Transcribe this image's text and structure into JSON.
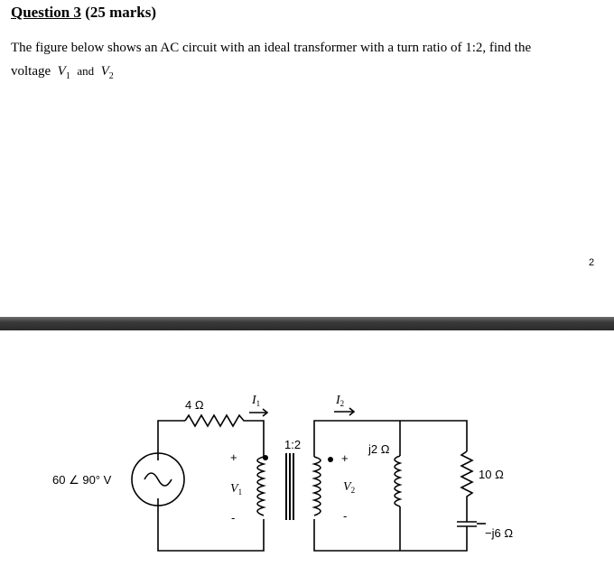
{
  "question": {
    "title_label": "Question 3",
    "title_marks": "(25 marks)",
    "text_line1": "The figure below shows an AC circuit with an ideal transformer with a turn ratio of 1:2, find the",
    "text_line2_prefix": "voltage",
    "v1": "V",
    "v1_sub": "1",
    "and": "and",
    "v2": "V",
    "v2_sub": "2"
  },
  "page_number": "2",
  "circuit": {
    "source": "60 ∠ 90° V",
    "r1": "4 Ω",
    "i1": "I",
    "i1_sub": "1",
    "i2": "I",
    "i2_sub": "2",
    "ratio": "1:2",
    "v1": "V",
    "v1_sub": "1",
    "v2": "V",
    "v2_sub": "2",
    "plus": "+",
    "minus": "-",
    "l_load": "j2 Ω",
    "r_load": "10 Ω",
    "c_load": "−j6 Ω"
  }
}
